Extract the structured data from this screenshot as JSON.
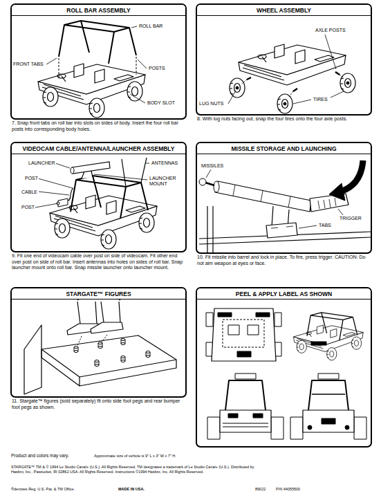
{
  "diagram": {
    "nodes": [
      {
        "text": [
          "ROLL BAR ASSEMBLY",
          "7. Snap front tabs on roll bar into slots on sides of body. Insert the four roll bar posts into corresponding body holes."
        ]
      },
      {
        "text": [
          "WHEEL ASSEMBLY",
          "8. With lug nuts facing out, snap the four tires onto the four axle posts."
        ]
      },
      {
        "text": [
          "VIDEOCAM CABLE/ANTENNA/LAUNCHER ASSEMBLY",
          "9. Fit one end of videocam cable over post on side of videocam. Fit other end over post on side of roll bar. Insert antennas into holes on sides of roll bar. Snap launcher mount onto roll bar. Snap missile launcher onto launcher mount."
        ]
      },
      {
        "text": [
          "MISSILE STORAGE AND LAUNCHING",
          "10. Fit missile into barrel and lock in place. To fire, press trigger. CAUTION: Do not aim weapon at eyes or face."
        ]
      },
      {
        "text": [
          "STARGATE™ FIGURES",
          "11. Stargate™ figures (sold separately) fit onto side foot pegs and rear bumper foot pegs as shown."
        ]
      },
      {
        "text": [
          "PEEL & APPLY LABEL AS SHOWN"
        ]
      }
    ],
    "labels": [
      "ROLL BAR",
      "FRONT TABS",
      "POSTS",
      "BODY SLOT",
      "AXLE POSTS",
      "TIRES",
      "LUG NUTS",
      "LAUNCHER",
      "ANTENNAS",
      "POST",
      "LAUNCHER MOUNT",
      "CABLE",
      "POST",
      "MISSILES",
      "TRIGGER",
      "TABS",
      "Product and colors may vary.",
      "Approximate size of vehicle is 9\" L x 3\" W x 7\" H.",
      "STARGATE™ TM & © 1994 Le Studio Canal+ (U.S.). All Rights Reserved. TM designates a trademark of Le Studio Canal+ (U.S.). Distributed by Hasbro, Inc., Pawtucket, RI 02862 USA. All Rights Reserved. Instructions ©1994 Hasbro, Inc. All Rights Reserved.",
      "®denotes Reg. U.S. Pat. & TM Office.",
      "MADE IN USA.",
      "89022",
      "P/N 44055500"
    ]
  }
}
